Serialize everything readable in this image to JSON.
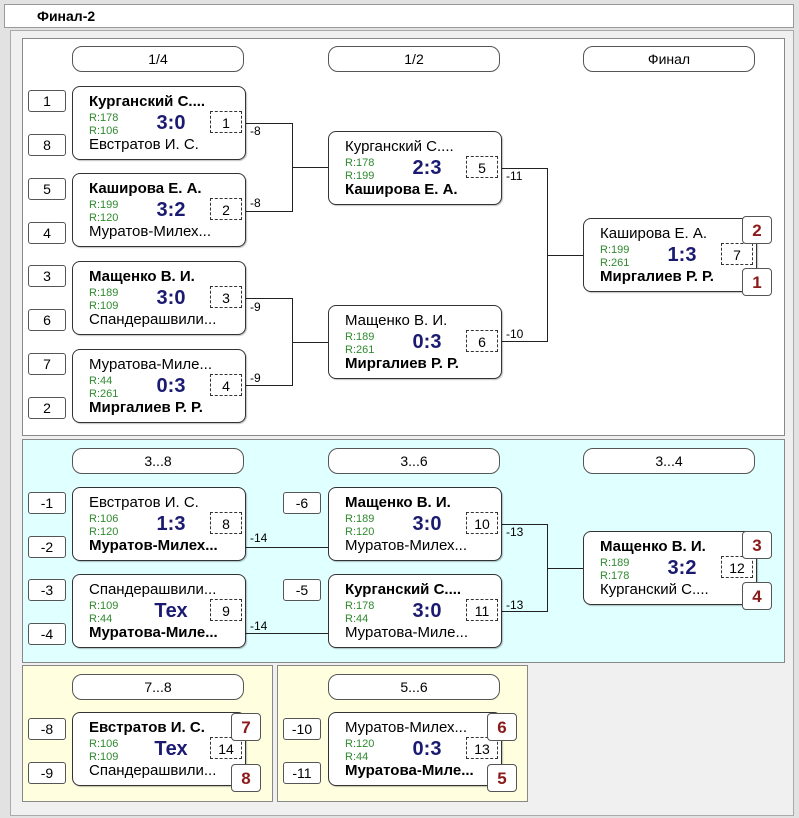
{
  "title": "Финал-2",
  "headers": [
    "1/4",
    "1/2",
    "Финал",
    "3...8",
    "3...6",
    "3...4",
    "7...8",
    "5...6"
  ],
  "colors": {
    "main_panel": "#ffffff",
    "consolation_panel": "#e0ffff",
    "placement_panel": "#ffffe0",
    "rating": "#2f8a2f",
    "score": "#1a1a70",
    "place": "#8b1a1a"
  },
  "seeds": [
    "1",
    "8",
    "5",
    "4",
    "3",
    "6",
    "7",
    "2",
    "-1",
    "-2",
    "-3",
    "-4",
    "-6",
    "-5",
    "-8",
    "-9",
    "-10",
    "-11"
  ],
  "links": [
    "-8",
    "-8",
    "-9",
    "-9",
    "-11",
    "-10",
    "-14",
    "-14",
    "-13",
    "-13"
  ],
  "places": [
    "2",
    "1",
    "3",
    "4",
    "7",
    "8",
    "6",
    "5"
  ],
  "matches": [
    {
      "p1": "Курганский С....",
      "p2": "Евстратов И. С.",
      "r1": "R:178",
      "r2": "R:106",
      "score": "3:0",
      "num": "1",
      "winner": 1
    },
    {
      "p1": "Каширова Е. А.",
      "p2": "Муратов-Милех...",
      "r1": "R:199",
      "r2": "R:120",
      "score": "3:2",
      "num": "2",
      "winner": 1
    },
    {
      "p1": "Мащенко В. И.",
      "p2": "Спандерашвили...",
      "r1": "R:189",
      "r2": "R:109",
      "score": "3:0",
      "num": "3",
      "winner": 1
    },
    {
      "p1": "Муратова-Миле...",
      "p2": "Миргалиев Р. Р.",
      "r1": "R:44",
      "r2": "R:261",
      "score": "0:3",
      "num": "4",
      "winner": 2
    },
    {
      "p1": "Курганский С....",
      "p2": "Каширова Е. А.",
      "r1": "R:178",
      "r2": "R:199",
      "score": "2:3",
      "num": "5",
      "winner": 2
    },
    {
      "p1": "Мащенко В. И.",
      "p2": "Миргалиев Р. Р.",
      "r1": "R:189",
      "r2": "R:261",
      "score": "0:3",
      "num": "6",
      "winner": 2
    },
    {
      "p1": "Каширова Е. А.",
      "p2": "Миргалиев Р. Р.",
      "r1": "R:199",
      "r2": "R:261",
      "score": "1:3",
      "num": "7",
      "winner": 2
    },
    {
      "p1": "Евстратов И. С.",
      "p2": "Муратов-Милех...",
      "r1": "R:106",
      "r2": "R:120",
      "score": "1:3",
      "num": "8",
      "winner": 2
    },
    {
      "p1": "Спандерашвили...",
      "p2": "Муратова-Миле...",
      "r1": "R:109",
      "r2": "R:44",
      "score": "Тех",
      "num": "9",
      "winner": 2
    },
    {
      "p1": "Мащенко В. И.",
      "p2": "Муратов-Милех...",
      "r1": "R:189",
      "r2": "R:120",
      "score": "3:0",
      "num": "10",
      "winner": 1
    },
    {
      "p1": "Курганский С....",
      "p2": "Муратова-Миле...",
      "r1": "R:178",
      "r2": "R:44",
      "score": "3:0",
      "num": "11",
      "winner": 1
    },
    {
      "p1": "Мащенко В. И.",
      "p2": "Курганский С....",
      "r1": "R:189",
      "r2": "R:178",
      "score": "3:2",
      "num": "12",
      "winner": 1
    },
    {
      "p1": "Евстратов И. С.",
      "p2": "Спандерашвили...",
      "r1": "R:106",
      "r2": "R:109",
      "score": "Тех",
      "num": "14",
      "winner": 1
    },
    {
      "p1": "Муратов-Милех...",
      "p2": "Муратова-Миле...",
      "r1": "R:120",
      "r2": "R:44",
      "score": "0:3",
      "num": "13",
      "winner": 2
    }
  ]
}
